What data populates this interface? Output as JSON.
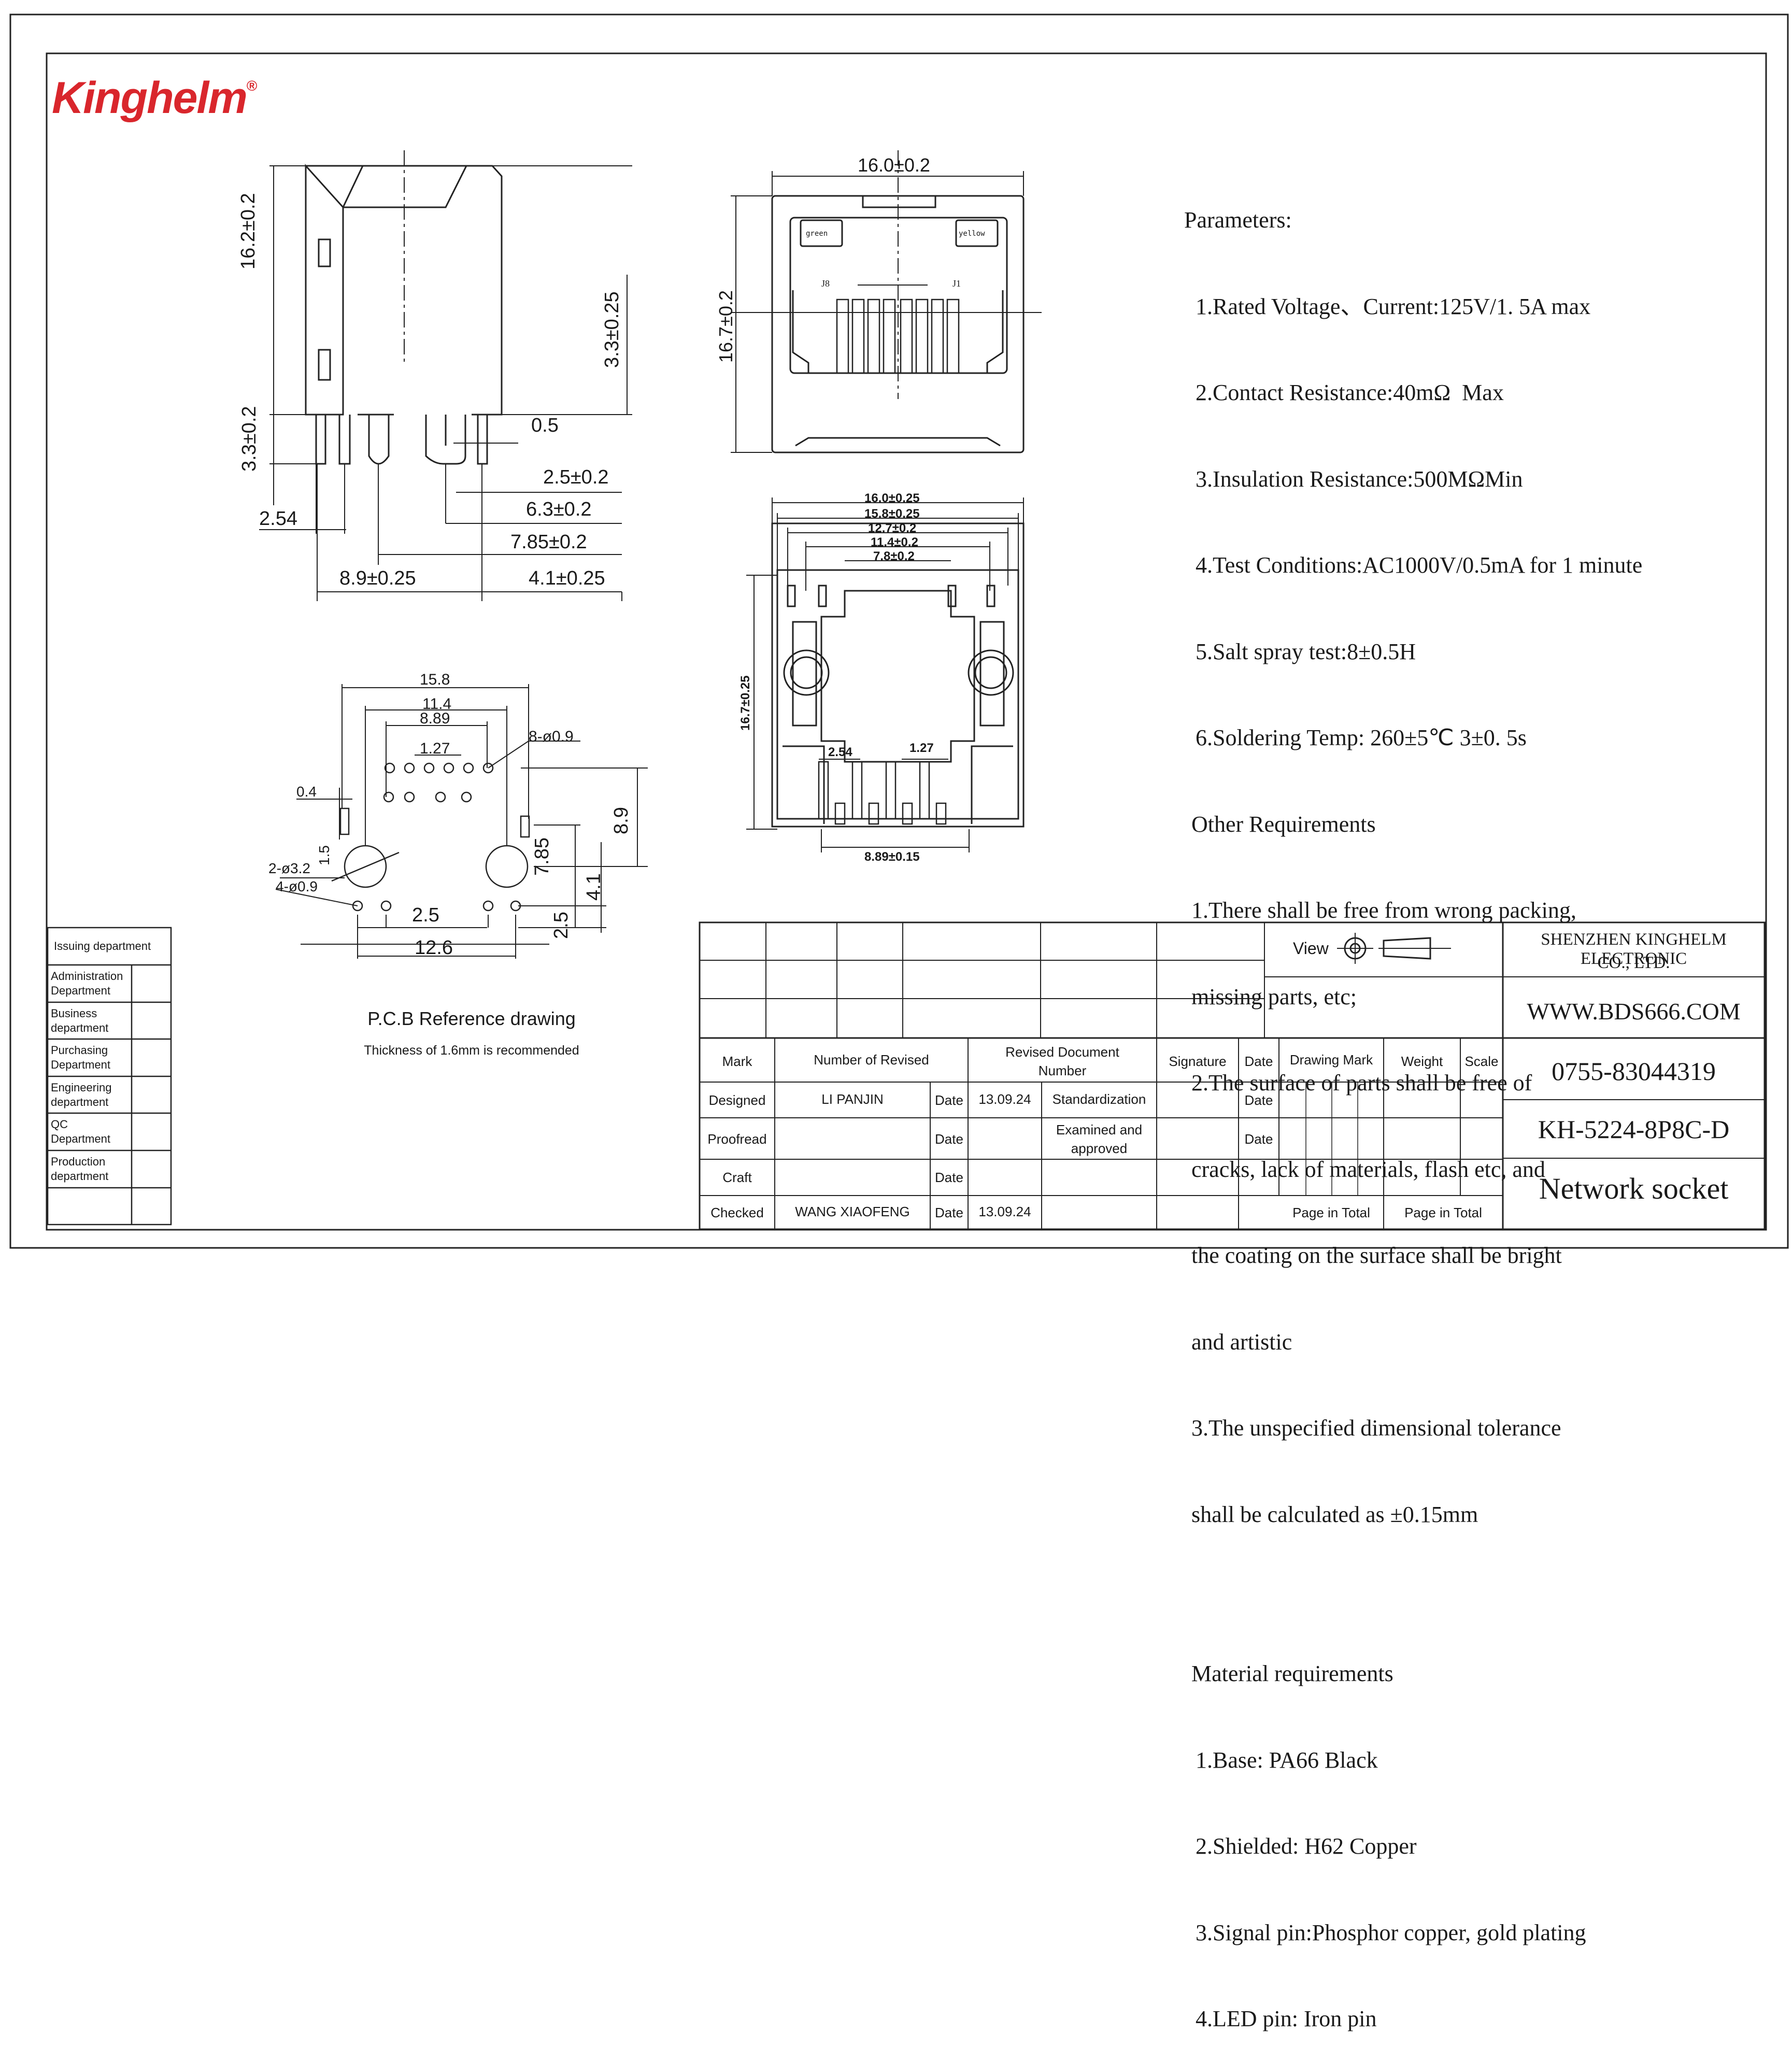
{
  "brand": {
    "name": "Kinghelm",
    "reg": "®",
    "red": "#d9262c"
  },
  "dims": {
    "side_height": "16.2±0.2",
    "side_pin_len": "3.3±0.2",
    "side_top": "3.3±0.25",
    "side_pin_w": "0.5",
    "d25": "2.5±0.2",
    "d63": "6.3±0.2",
    "d785": "7.85±0.2",
    "pitch": "2.54",
    "d89": "8.9±0.25",
    "d41": "4.1±0.25",
    "front_w": "16.0±0.2",
    "front_h": "16.7±0.2",
    "led_green": "green",
    "led_yellow": "yellow",
    "pin_j8": "J8",
    "pin_j1": "J1",
    "bot_160": "16.0±0.25",
    "bot_158": "15.8±0.25",
    "bot_127": "12.7±0.2",
    "bot_114": "11.4±0.2",
    "bot_78": "7.8±0.2",
    "bot_h": "16.7±0.25",
    "bot_254": "2.54",
    "bot_127b": "1.27",
    "bot_889": "8.89±0.15",
    "pcb_158": "15.8",
    "pcb_114": "11.4",
    "pcb_889": "8.89",
    "pcb_127": "1.27",
    "pcb_8holes": "8-ø0.9",
    "pcb_04": "0.4",
    "pcb_15": "1.5",
    "pcb_2holes": "2-ø3.2",
    "pcb_4holes": "4-ø0.9",
    "pcb_25": "2.5",
    "pcb_126": "12.6",
    "pcb_89": "8.9",
    "pcb_785": "7.85",
    "pcb_41": "4.1",
    "pcb_25v": "2.5"
  },
  "pcb": {
    "caption": "P.C.B Reference drawing",
    "sub": "Thickness of 1.6mm is recommended"
  },
  "notes": {
    "params_title": "Parameters:",
    "params": [
      "1.Rated Voltage、Current:125V/1. 5A max",
      "2.Contact Resistance:40mΩ  Max",
      "3.Insulation Resistance:500MΩMin",
      "4.Test Conditions:AC1000V/0.5mA for 1 minute",
      "5.Salt spray test:8±0.5H",
      "6.Soldering Temp: 260±5℃ 3±0. 5s"
    ],
    "other_title": "Other Requirements",
    "other": [
      "1.There shall be free from wrong packing,",
      "missing parts, etc;",
      "2.The surface of parts shall be free of",
      "cracks, lack of materials, flash etc, and",
      "the coating on the surface shall be bright",
      "and artistic",
      "3.The unspecified dimensional tolerance",
      "shall be calculated as ±0.15mm"
    ],
    "material_title": "Material requirements",
    "material": [
      "1.Base: PA66 Black",
      "2.Shielded: H62 Copper",
      "3.Signal pin:Phosphor copper, gold plating",
      "4.LED pin: Iron pin"
    ]
  },
  "departments": {
    "header": "Issuing department",
    "rows": [
      [
        "Administration",
        "Department"
      ],
      [
        "Business",
        "department"
      ],
      [
        "Purchasing",
        "Department"
      ],
      [
        "Engineering",
        "department"
      ],
      [
        "QC",
        "Department"
      ],
      [
        "Production",
        "department"
      ]
    ]
  },
  "title_block": {
    "view": "View",
    "company1": "SHENZHEN KINGHELM ELECTRONIC",
    "company2": "CO., LTD.",
    "website": "WWW.BDS666.COM",
    "phone": "0755-83044319",
    "part_no": "KH-5224-8P8C-D",
    "part_name": "Network socket",
    "mark": "Mark",
    "num_revised": "Number of Revised",
    "revised_doc1": "Revised Document",
    "revised_doc2": "Number",
    "signature": "Signature",
    "date": "Date",
    "drawing_mark": "Drawing Mark",
    "weight": "Weight",
    "scale": "Scale",
    "designed": "Designed",
    "designer": "LI PANJIN",
    "design_date": "13.09.24",
    "standardization": "Standardization",
    "proofread": "Proofread",
    "examined1": "Examined and",
    "examined2": "approved",
    "craft": "Craft",
    "checked": "Checked",
    "checker": "WANG XIAOFENG",
    "check_date": "13.09.24",
    "page_total": "Page in Total"
  }
}
